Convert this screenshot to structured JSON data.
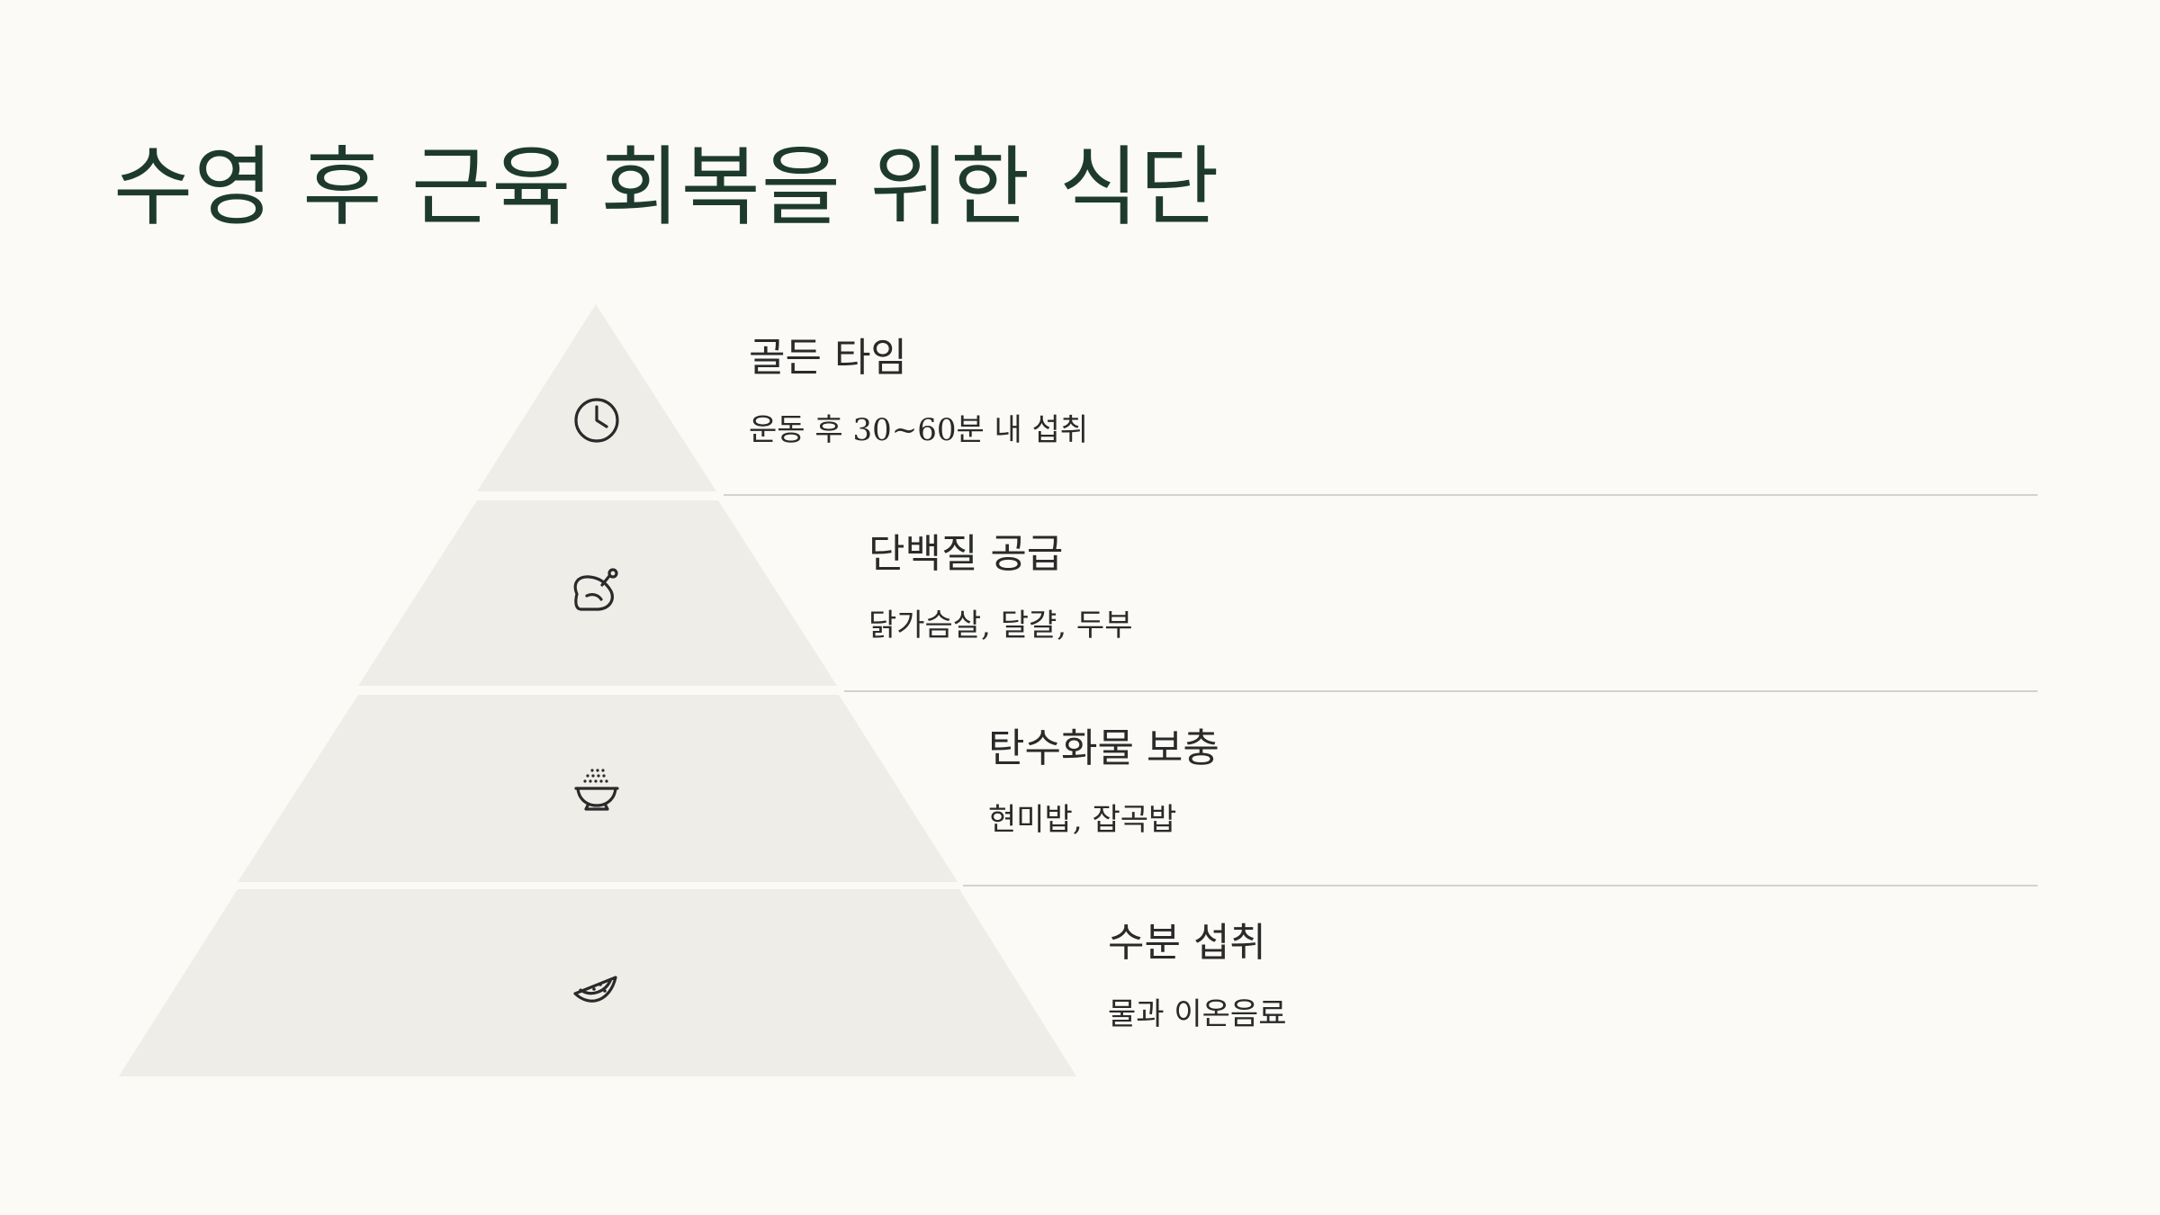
{
  "title": "수영 후 근육 회복을 위한 식단",
  "colors": {
    "background": "#fbfaf6",
    "title": "#1e3a2f",
    "tier_fill": "#efede7",
    "divider": "#d4d2cc",
    "text": "#2a2a2a"
  },
  "tiers": [
    {
      "icon": "clock-icon",
      "heading": "골든 타임",
      "description": "운동 후 30~60분 내 섭취"
    },
    {
      "icon": "chicken-leg-icon",
      "heading": "단백질 공급",
      "description": "닭가슴살, 달걀, 두부"
    },
    {
      "icon": "rice-bowl-icon",
      "heading": "탄수화물 보충",
      "description": "현미밥, 잡곡밥"
    },
    {
      "icon": "watermelon-icon",
      "heading": "수분 섭취",
      "description": "물과 이온음료"
    }
  ]
}
